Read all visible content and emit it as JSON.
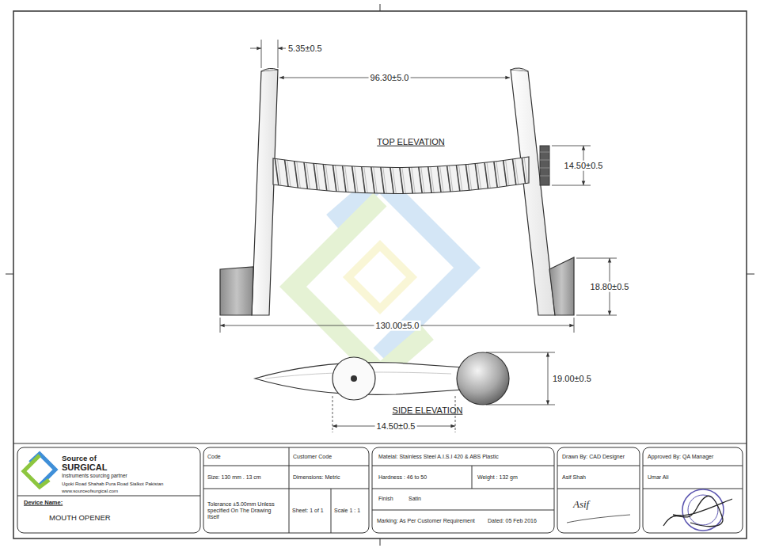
{
  "diagram": {
    "labels": [
      "5.35±0.5",
      "96.30±5.0",
      "TOP ELEVATION",
      "14.50±0.5",
      "18.80±0.5",
      "130.00±5.0",
      "19.00±0.5",
      "SIDE ELEVATION",
      "14.50±0.5",
      "Source of",
      "SURGICAL",
      "Instruments sourcing partner",
      "Ugoki Road Shahab Pura Road Sialkot Pakistan",
      "www.sourceofsurgical.com",
      "Device Name:",
      "MOUTH OPENER",
      "Code",
      "Customer Code",
      "Size: 130 mm . 13 cm",
      "Dimensions: Metric",
      "Tolerance ±5.00mm Unless specified On The Drawing Itself",
      "Sheet: 1 of 1",
      "Scale 1 : 1",
      "Mateial: Stainless Steel A.I.S.I 420 & ABS Plastic",
      "Hardness : 46 to 50",
      "Weight : 132 gm",
      "Finish",
      "Satin",
      "Marking: As Per Customer Requirement",
      "Dated: 05 Feb 2016",
      "Drawn By: CAD Designer",
      "Asif Shah",
      "Asif",
      "Approved By: QA Manager",
      "Umar Ali"
    ]
  }
}
